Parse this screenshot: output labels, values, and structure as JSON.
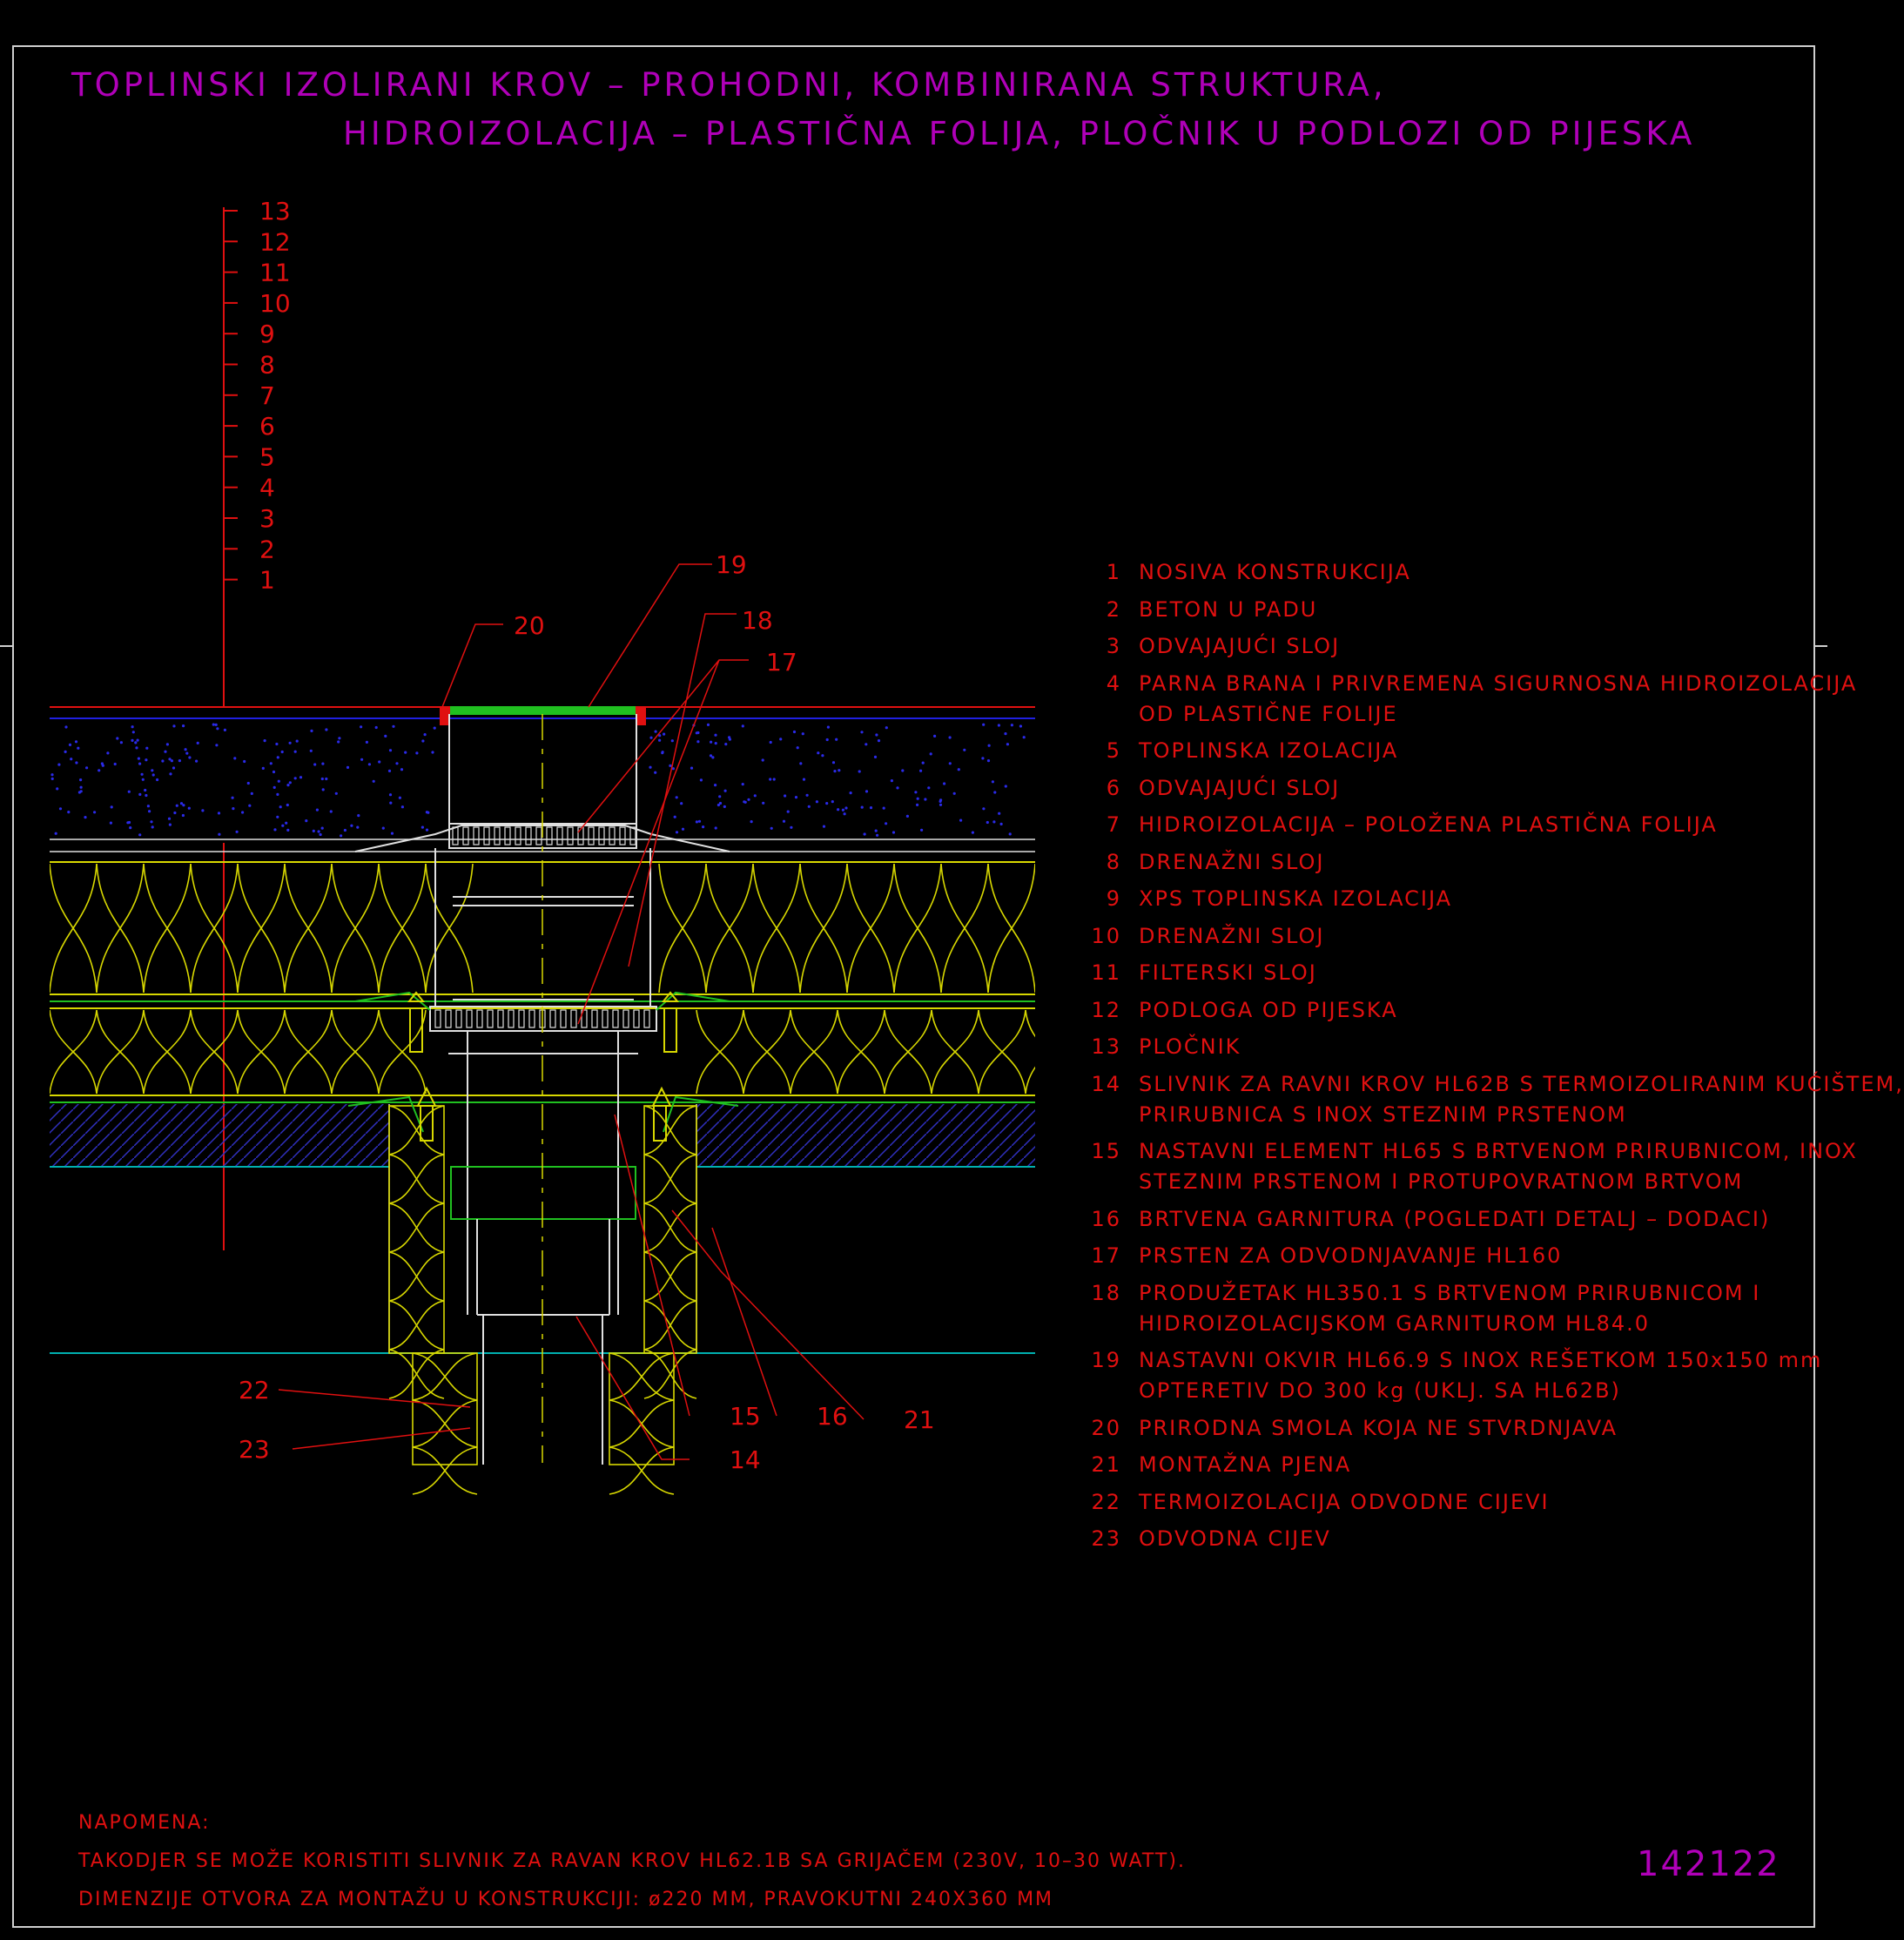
{
  "title": {
    "line1": "TOPLINSKI IZOLIRANI KROV – PROHODNI, KOMBINIRANA STRUKTURA,",
    "line2": "HIDROIZOLACIJA – PLASTIČNA FOLIJA, PLOČNIK U PODLOZI OD PIJESKA"
  },
  "layer_scale": [
    "13",
    "12",
    "11",
    "10",
    "9",
    "8",
    "7",
    "6",
    "5",
    "4",
    "3",
    "2",
    "1"
  ],
  "callouts": [
    "19",
    "20",
    "18",
    "17",
    "22",
    "23",
    "15",
    "16",
    "21",
    "14"
  ],
  "legend": [
    {
      "num": "1",
      "text": "NOSIVA KONSTRUKCIJA"
    },
    {
      "num": "2",
      "text": "BETON U PADU"
    },
    {
      "num": "3",
      "text": "ODVAJAJUĆI SLOJ"
    },
    {
      "num": "4",
      "text": "PARNA BRANA I PRIVREMENA SIGURNOSNA HIDROIZOLACIJA",
      "text2": "OD PLASTIČNE FOLIJE"
    },
    {
      "num": "5",
      "text": "TOPLINSKA IZOLACIJA"
    },
    {
      "num": "6",
      "text": "ODVAJAJUĆI SLOJ"
    },
    {
      "num": "7",
      "text": "HIDROIZOLACIJA – POLOŽENA PLASTIČNA FOLIJA"
    },
    {
      "num": "8",
      "text": "DRENAŽNI SLOJ"
    },
    {
      "num": "9",
      "text": "XPS TOPLINSKA IZOLACIJA"
    },
    {
      "num": "10",
      "text": "DRENAŽNI SLOJ"
    },
    {
      "num": "11",
      "text": "FILTERSKI SLOJ"
    },
    {
      "num": "12",
      "text": "PODLOGA OD PIJESKA"
    },
    {
      "num": "13",
      "text": "PLOČNIK"
    },
    {
      "num": "14",
      "text": "SLIVNIK ZA RAVNI KROV HL62B S TERMOIZOLIRANIM KUĆIŠTEM,",
      "text2": "PRIRUBNICA S INOX STEZNIM PRSTENOM"
    },
    {
      "num": "15",
      "text": "NASTAVNI ELEMENT HL65 S BRTVENOM PRIRUBNICOM, INOX",
      "text2": "STEZNIM PRSTENOM I PROTUPOVRATNOM BRTVOM"
    },
    {
      "num": "16",
      "text": "BRTVENA GARNITURA (POGLEDATI DETALJ – DODACI)"
    },
    {
      "num": "17",
      "text": "PRSTEN ZA ODVODNJAVANJE HL160"
    },
    {
      "num": "18",
      "text": "PRODUŽETAK HL350.1 S BRTVENOM PRIRUBNICOM I",
      "text2": "HIDROIZOLACIJSKOM GARNITUROM HL84.0"
    },
    {
      "num": "19",
      "text": "NASTAVNI OKVIR HL66.9 S INOX REŠETKOM 150x150 mm",
      "text2": "OPTERETIV DO 300 kg (UKLJ. SA HL62B)"
    },
    {
      "num": "20",
      "text": "PRIRODNA SMOLA KOJA NE STVRDNJAVA"
    },
    {
      "num": "21",
      "text": "MONTAŽNA PJENA"
    },
    {
      "num": "22",
      "text": "TERMOIZOLACIJA ODVODNE CIJEVI"
    },
    {
      "num": "23",
      "text": "ODVODNA CIJEV"
    }
  ],
  "note": {
    "heading": "NAPOMENA:",
    "line1": "TAKODJER SE MOŽE KORISTITI SLIVNIK ZA RAVAN KROV HL62.1B SA GRIJAČEM (230V, 10–30 WATT).",
    "line2": "DIMENZIJE OTVORA ZA MONTAŽU U KONSTRUKCIJI: ø220 MM, PRAVOKUTNI 240X360 MM"
  },
  "drawing_code": "142122",
  "colors": {
    "title": "#b000b8",
    "text": "#e01010",
    "insulation": "#d8d800",
    "membrane": "#20c020",
    "pipe": "#e0e0e0",
    "pavement": "#1818d8",
    "base": "#00b0b0"
  }
}
